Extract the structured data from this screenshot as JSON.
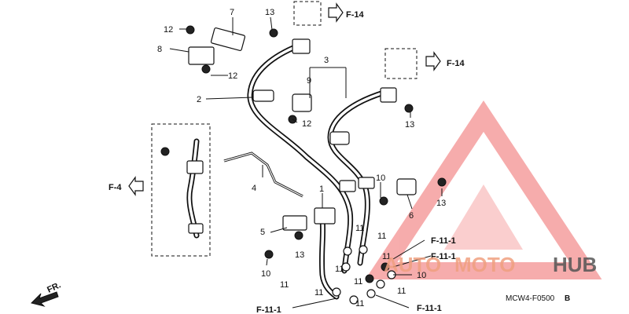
{
  "diagram": {
    "callouts": {
      "c1": "1",
      "c2": "2",
      "c3": "3",
      "c4": "4",
      "c5": "5",
      "c6": "6",
      "c7": "7",
      "c8": "8",
      "c9": "9",
      "c10a": "10",
      "c10b": "10",
      "c10c": "10",
      "c11a": "11",
      "c11b": "11",
      "c11c": "11",
      "c11d": "11",
      "c11e": "11",
      "c11f": "11",
      "c11g": "11",
      "c11h": "11",
      "c11i": "11",
      "c12a": "12",
      "c12b": "12",
      "c12c": "12",
      "c13a": "13",
      "c13b": "13",
      "c13c": "13",
      "c13d": "13"
    },
    "refs": {
      "f14_top": "F-14",
      "f14_right": "F-14",
      "f4": "F-4",
      "f111_a": "F-11-1",
      "f111_b": "F-11-1",
      "f111_c": "F-11-1",
      "f111_d": "F-11-1"
    },
    "front_label": "FR.",
    "diagram_code": "MCW4-F0500",
    "diagram_code_suffix": "B"
  },
  "watermark": {
    "brand_part1": "AUTO",
    "brand_part2": "MOTO",
    "brand_part3": "HUB",
    "color_primary": "#f0a080",
    "color_secondary": "#555555"
  }
}
